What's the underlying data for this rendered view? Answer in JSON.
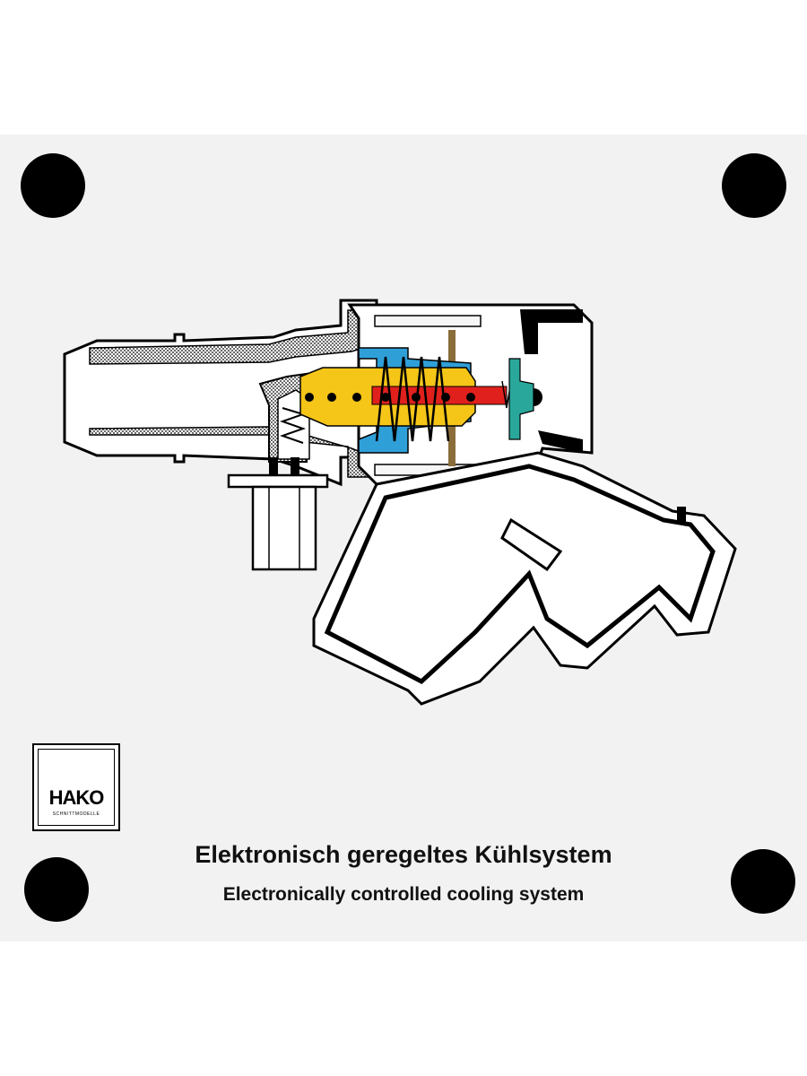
{
  "logo": {
    "brand": "HAKO",
    "tagline": "SCHNITTMODELLE"
  },
  "caption": {
    "german": "Elektronisch geregeltes Kühlsystem",
    "english": "Electronically controlled cooling system"
  },
  "colors": {
    "panel": "#f2f2f2",
    "mounting_hole": "#000000",
    "housing_outline": "#000000",
    "thermostat_blue": "#2f9fd8",
    "wax_element_yellow": "#f5c518",
    "heating_pin_red": "#e0201c",
    "seal_teal": "#2aa79b"
  }
}
